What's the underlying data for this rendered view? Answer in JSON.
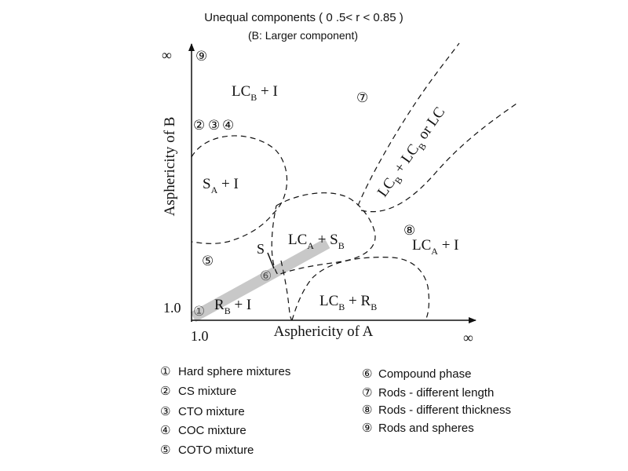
{
  "title": {
    "line1": "Unequal components ( 0 .5< r  < 0.85 )",
    "line2": "(B: Larger component)"
  },
  "axes": {
    "x_label": "Asphericity of A",
    "y_label": "Asphericity of B",
    "origin_x": "1.0",
    "origin_y": "1.0",
    "x_inf": "∞",
    "y_inf": "∞"
  },
  "regions": {
    "lcb_i": {
      "main": "LC",
      "sub": "B",
      "rest": " + I"
    },
    "sa_i": {
      "main": "S",
      "sub": "A",
      "rest": " + I"
    },
    "s": "S",
    "lca_sb": {
      "main": "LC",
      "sub1": "A",
      "mid": " + S",
      "sub2": "B"
    },
    "lca_i": {
      "main": "LC",
      "sub": "A",
      "rest": " + I"
    },
    "rb_i": {
      "main": "R",
      "sub": "B",
      "rest": " + I"
    },
    "lcb_rb": {
      "main": "LC",
      "sub1": "B",
      "mid": " + R",
      "sub2": "B"
    },
    "diag": {
      "p1": "LC",
      "s1": "B",
      "p2": " + LC",
      "s2": "B",
      "p3": " or LC"
    }
  },
  "markers": {
    "m1": "①",
    "m2": "②",
    "m3": "③",
    "m4": "④",
    "m5": "⑤",
    "m6": "⑥",
    "m7": "⑦",
    "m8": "⑧",
    "m9": "⑨"
  },
  "legend": {
    "left": [
      {
        "marker": "①",
        "text": "Hard sphere mixtures"
      },
      {
        "marker": "②",
        "text": "CS mixture"
      },
      {
        "marker": "③",
        "text": "CTO mixture"
      },
      {
        "marker": "④",
        "text": "COC mixture"
      },
      {
        "marker": "⑤",
        "text": "COTO mixture"
      }
    ],
    "right": [
      {
        "marker": "⑥",
        "text": "Compound phase"
      },
      {
        "marker": "⑦",
        "text": "Rods - different length"
      },
      {
        "marker": "⑧",
        "text": "Rods - different thickness"
      },
      {
        "marker": "⑨",
        "text": "Rods and spheres"
      }
    ]
  }
}
